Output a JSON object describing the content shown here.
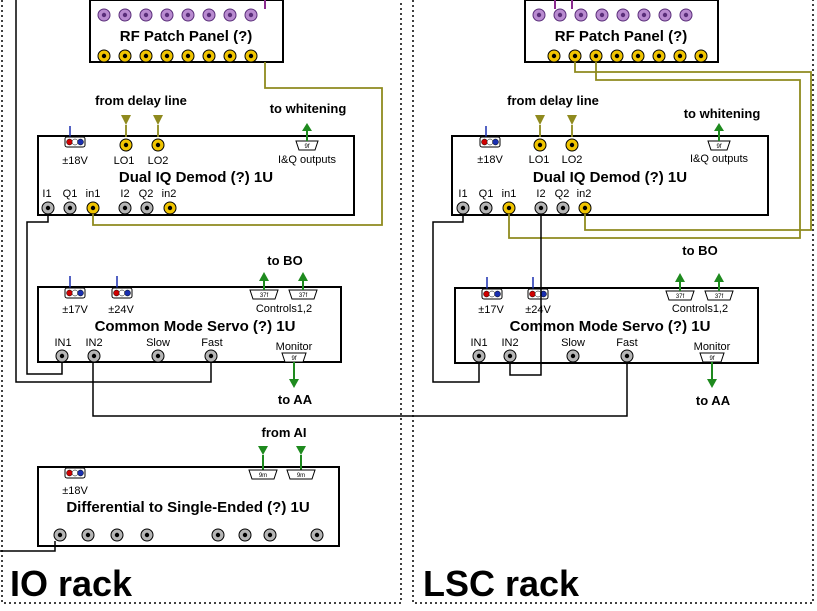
{
  "racks": [
    {
      "title": "IO rack",
      "patch_panel": {
        "title": "RF Patch Panel (?)"
      },
      "demod": {
        "title": "Dual IQ Demod (?) 1U",
        "power": "±18V",
        "lo_labels": [
          "LO1",
          "LO2"
        ],
        "port_labels": [
          "I1",
          "Q1",
          "in1",
          "I2",
          "Q2",
          "in2"
        ],
        "outputs_label": "I&Q outputs",
        "outputs_conn": "9f",
        "from_label": "from delay line",
        "to_label": "to whitening"
      },
      "servo": {
        "title": "Common Mode Servo (?) 1U",
        "power": [
          "±17V",
          "±24V"
        ],
        "port_labels": [
          "IN1",
          "IN2",
          "Slow",
          "Fast"
        ],
        "monitor_label": "Monitor",
        "monitor_conn": "9f",
        "controls_label": "Controls1,2",
        "controls_conn": [
          "37f",
          "37f"
        ],
        "to_bo": "to BO",
        "to_aa": "to AA"
      },
      "diff": {
        "title": "Differential to Single-Ended (?) 1U",
        "power": "±18V",
        "conn": [
          "9m",
          "9m"
        ],
        "from_label": "from AI"
      }
    },
    {
      "title": "LSC rack",
      "patch_panel": {
        "title": "RF Patch Panel (?)"
      },
      "demod": {
        "title": "Dual IQ Demod (?) 1U",
        "power": "±18V",
        "lo_labels": [
          "LO1",
          "LO2"
        ],
        "port_labels": [
          "I1",
          "Q1",
          "in1",
          "I2",
          "Q2",
          "in2"
        ],
        "outputs_label": "I&Q outputs",
        "outputs_conn": "9f",
        "from_label": "from delay line",
        "to_label": "to whitening"
      },
      "servo": {
        "title": "Common Mode Servo (?) 1U",
        "power": [
          "±17V",
          "±24V"
        ],
        "port_labels": [
          "IN1",
          "IN2",
          "Slow",
          "Fast"
        ],
        "monitor_label": "Monitor",
        "monitor_conn": "9f",
        "controls_label": "Controls1,2",
        "controls_conn": [
          "37f",
          "37f"
        ],
        "to_bo": "to BO",
        "to_aa": "to AA"
      }
    }
  ],
  "colors": {
    "rf_cable": "#8f8a1e",
    "signal_arrow": "#1e8a1e",
    "purple_cable": "#8b2b8f",
    "connector_yellow": "#f0c400",
    "connector_grey": "#9a9a9a"
  }
}
